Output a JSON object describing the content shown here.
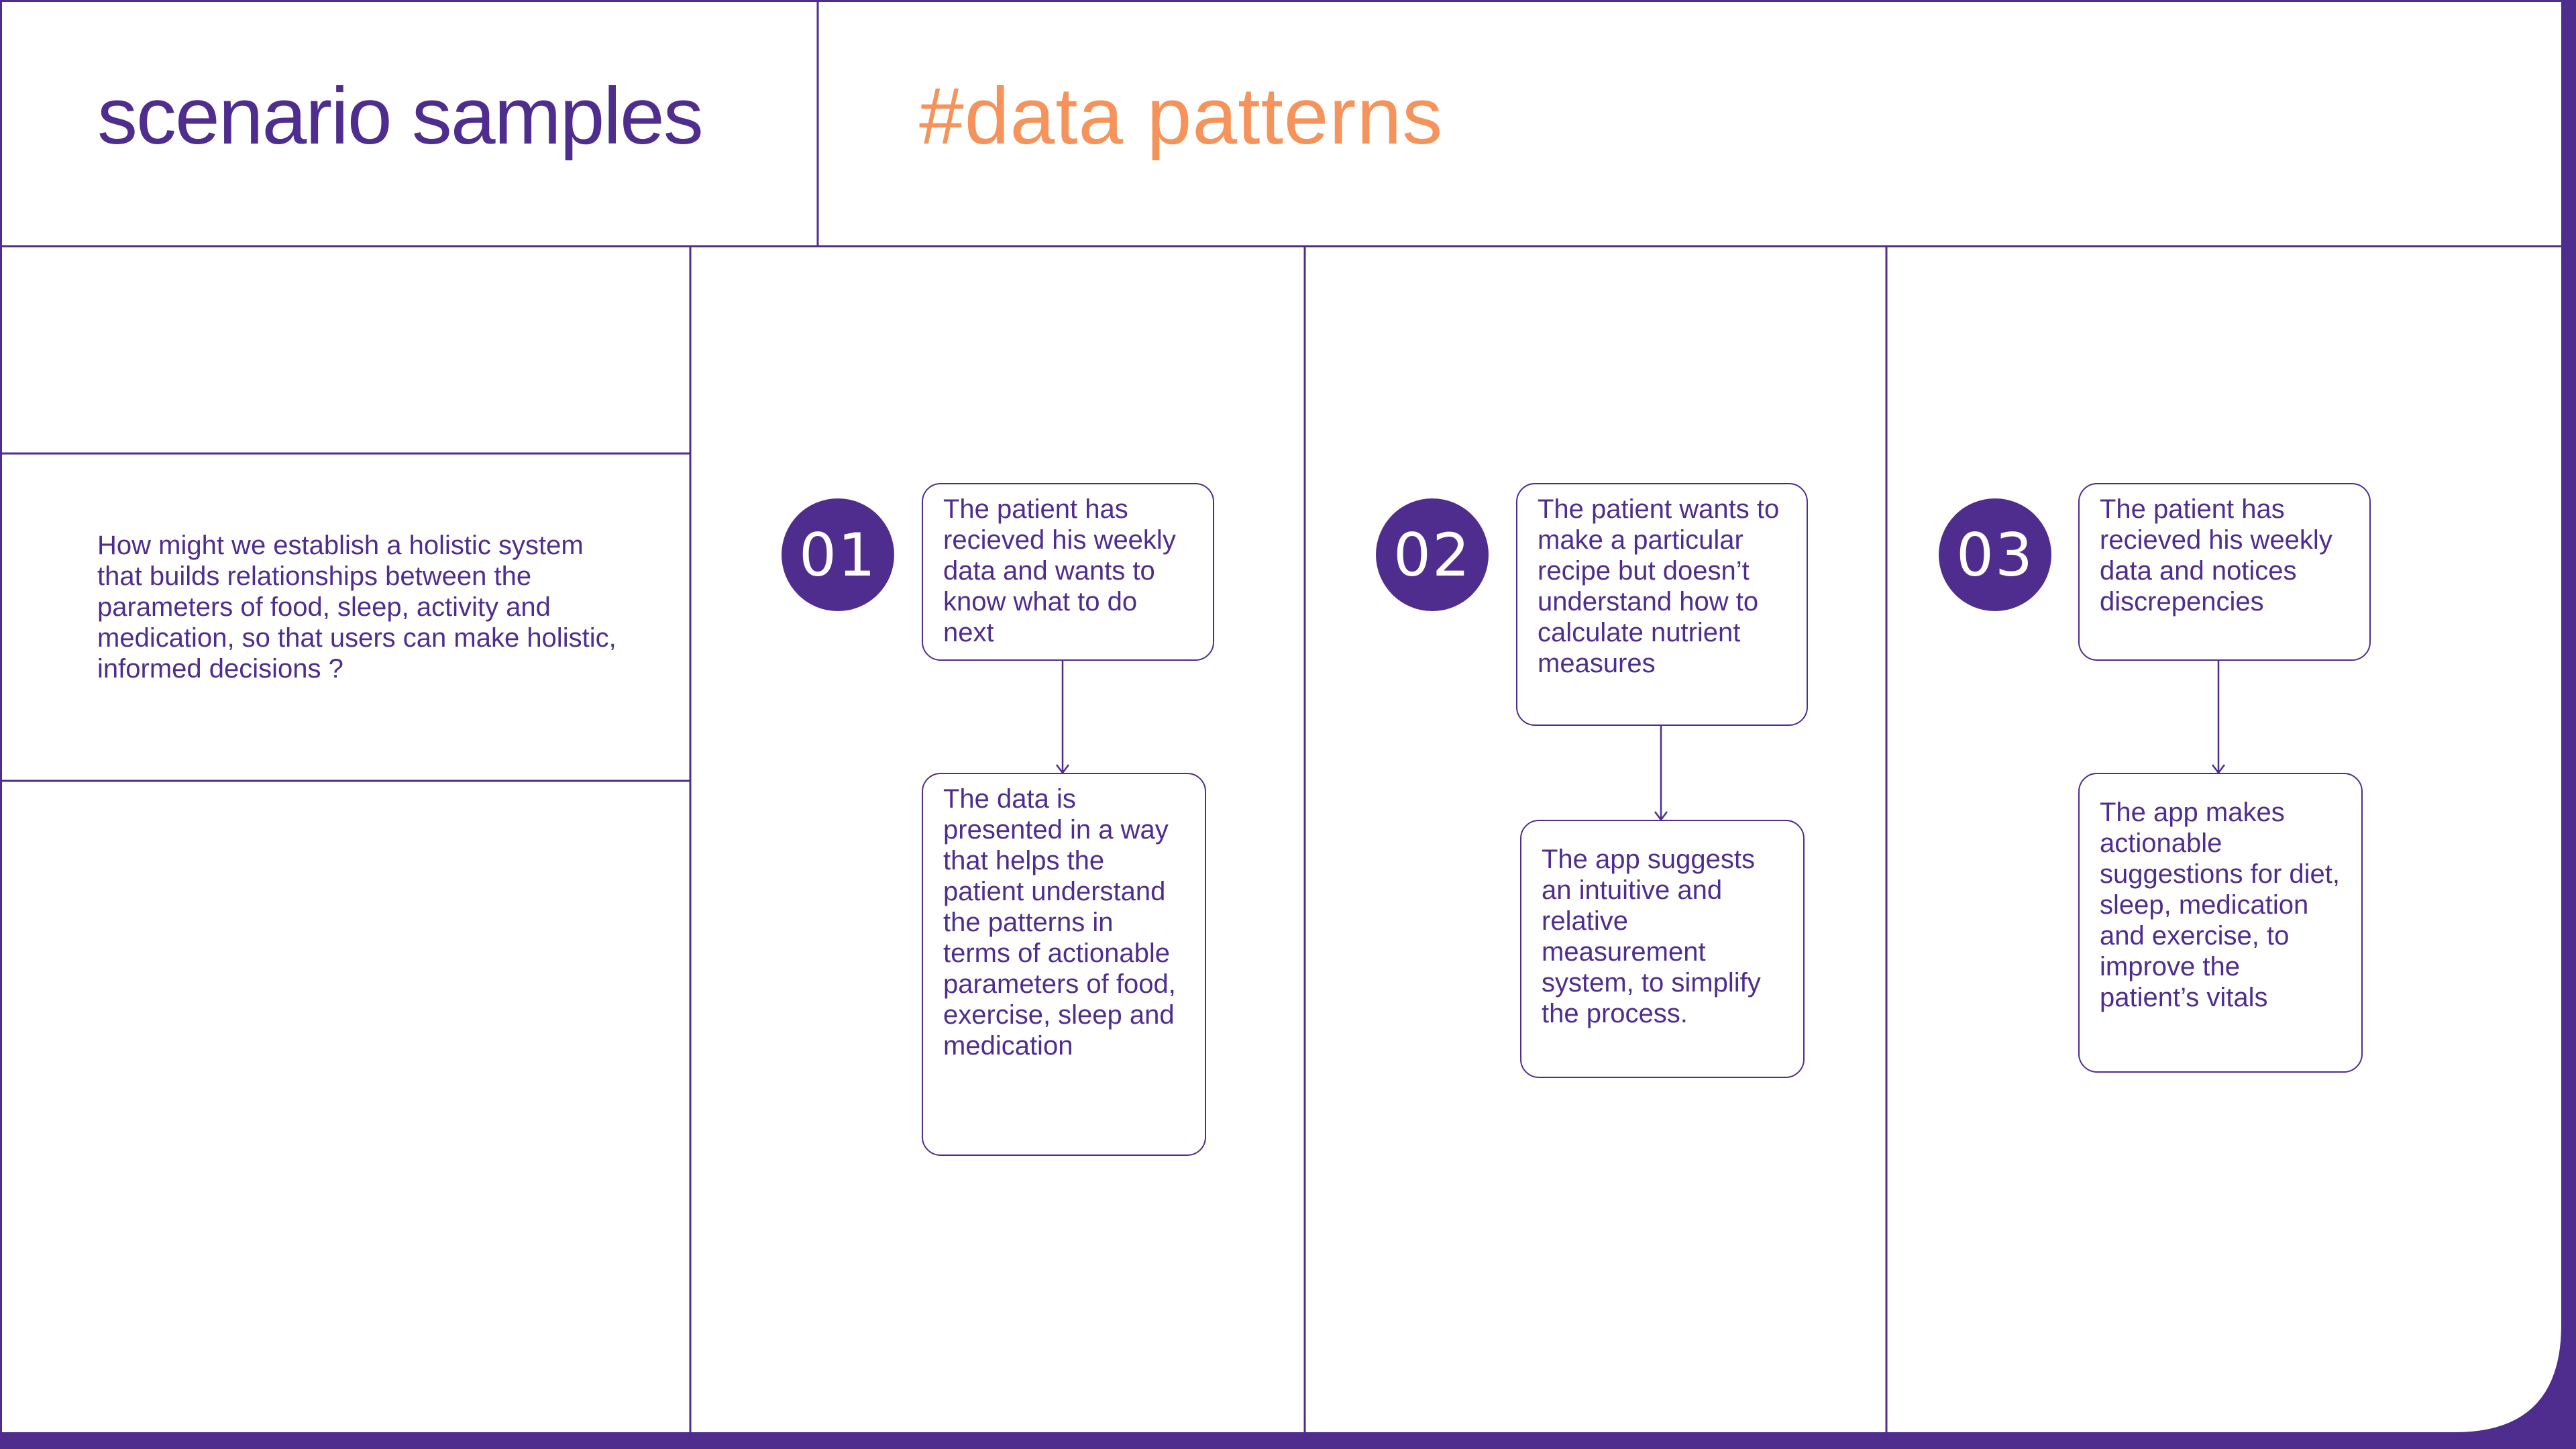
{
  "header": {
    "title": "scenario samples",
    "subtitle": "#data patterns"
  },
  "question": "How might we establish a holistic system that builds relationships between the parameters of food, sleep, activity and medication, so that users can make holistic, informed decisions ?",
  "scenarios": [
    {
      "number": "01",
      "situation": "The patient has recieved his weekly data and wants to know what to do next",
      "response": "The data is presented in a way that helps the patient understand the patterns in terms of actionable parameters of food, exercise, sleep and medication"
    },
    {
      "number": "02",
      "situation": "The patient wants to make a particular recipe but doesn’t understand how to calculate nutrient measures",
      "response": "The app suggests an intuitive and relative measurement system, to simplify the process."
    },
    {
      "number": "03",
      "situation": "The patient has recieved his weekly data and notices discrepencies",
      "response": "The app makes actionable suggestions for diet, sleep, medication and exercise, to improve the patient’s vitals"
    }
  ],
  "colors": {
    "primary": "#4f2d8e",
    "accent": "#f5935a",
    "background": "#ffffff"
  }
}
